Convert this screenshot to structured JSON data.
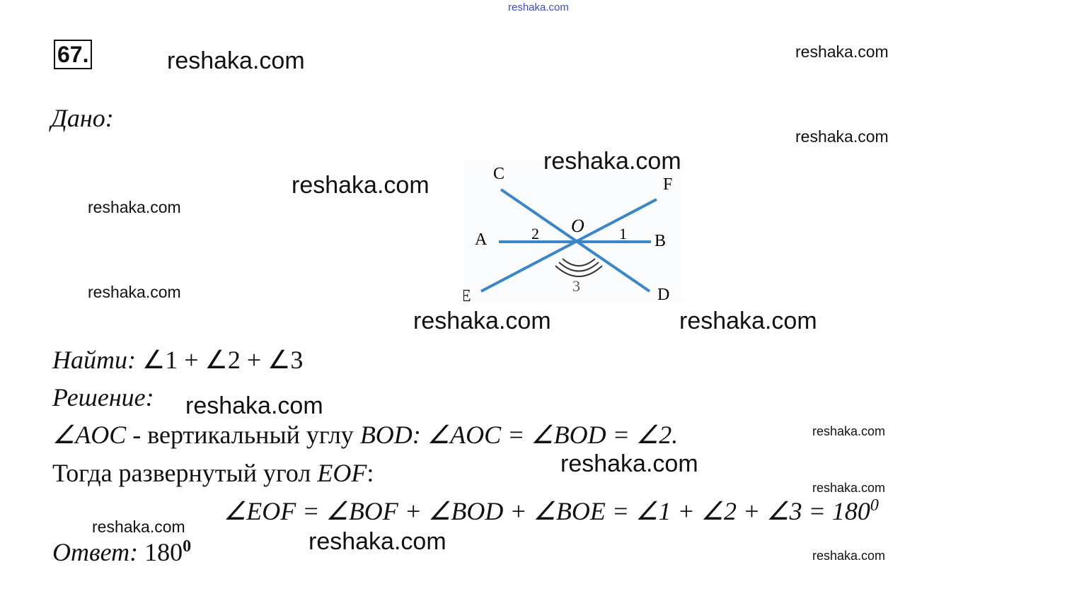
{
  "header_watermark": "reshaka.com",
  "problem_number": "67.",
  "given_label": "Дано:",
  "find": {
    "label": "Найти:",
    "expression": "∠1 + ∠2 + ∠3"
  },
  "solution_label": "Решение:",
  "solution_lines": [
    {
      "a": "∠AOC",
      "b": " - вертикальный углу ",
      "c": "BOD",
      "d": ": ∠AOC = ∠BOD = ∠2."
    },
    {
      "a": "Тогда развернутый угол ",
      "b": "EOF",
      "c": ":"
    }
  ],
  "equation": "∠EOF = ∠BOF + ∠BOD + ∠BOE = ∠1 + ∠2 + ∠3 = 180",
  "equation_sup": "0",
  "answer": {
    "label": "Ответ:",
    "value": "180",
    "sup": "0"
  },
  "diagram": {
    "points": [
      "A",
      "B",
      "C",
      "D",
      "E",
      "F",
      "O"
    ],
    "angle_labels": [
      "1",
      "2",
      "3"
    ],
    "line_color": "#3a86c8"
  },
  "watermarks": [
    "reshaka.com",
    "reshaka.com",
    "reshaka.com",
    "reshaka.com",
    "reshaka.com",
    "reshaka.com",
    "reshaka.com",
    "reshaka.com",
    "reshaka.com",
    "reshaka.com",
    "reshaka.com",
    "reshaka.com",
    "reshaka.com",
    "reshaka.com",
    "reshaka.com",
    "reshaka.com",
    "reshaka.com"
  ]
}
